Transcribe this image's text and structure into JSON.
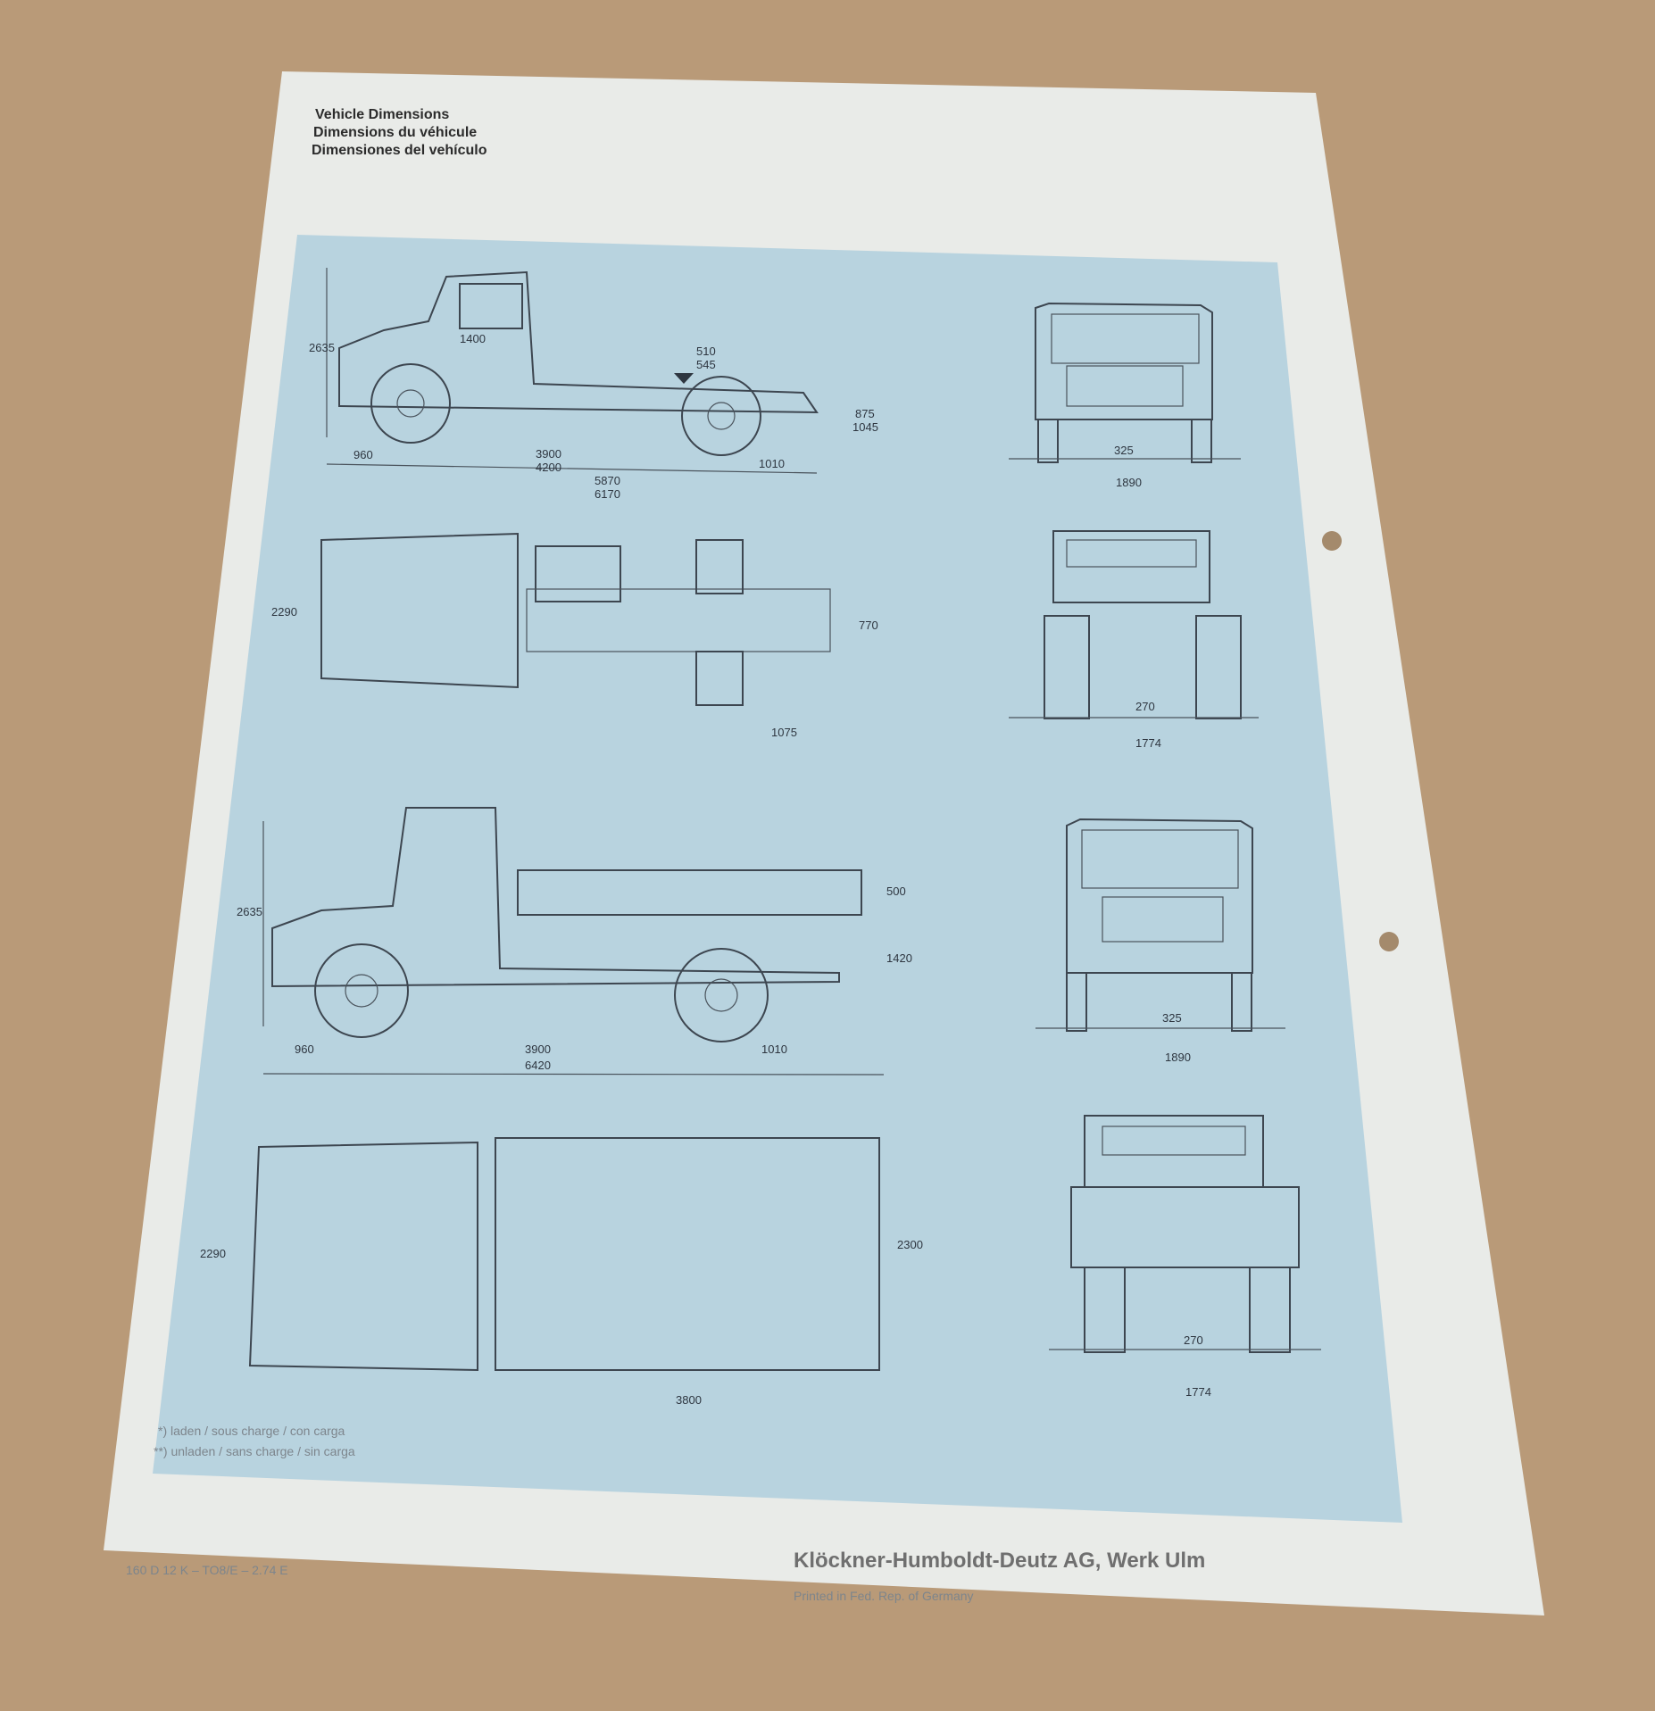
{
  "header": {
    "title_en": "Vehicle Dimensions",
    "title_fr": "Dimensions du véhicule",
    "title_es": "Dimensiones del vehículo"
  },
  "drawings": {
    "chassis_side": {
      "height": "2635",
      "cab": "1400",
      "fifth_a": "510",
      "fifth_b": "545",
      "frame_a": "875",
      "frame_b": "1045",
      "front_overhang": "960",
      "wheelbase_a": "3900",
      "wheelbase_b": "4200",
      "length_a": "5870",
      "length_b": "6170",
      "rear_overhang": "1010"
    },
    "chassis_front": {
      "ground_clearance": "325",
      "track": "1890"
    },
    "chassis_top": {
      "width": "2290",
      "frame_width": "770",
      "rear_dim": "1075"
    },
    "chassis_rear": {
      "clearance": "270",
      "track": "1774"
    },
    "tipper_side": {
      "height": "2635",
      "body_height": "500",
      "load_height": "1420",
      "front_overhang": "960",
      "wheelbase": "3900",
      "rear_overhang": "1010",
      "length": "6420"
    },
    "tipper_front": {
      "ground_clearance": "325",
      "track": "1890"
    },
    "tipper_top": {
      "cab_width": "2290",
      "body_width": "2300",
      "body_length": "3800"
    },
    "tipper_rear": {
      "clearance": "270",
      "track": "1774"
    }
  },
  "footnotes": {
    "laden": "*) laden / sous charge / con carga",
    "unladen": "**) unladen / sans charge / sin carga"
  },
  "footer": {
    "code": "160 D 12 K – TO8/E – 2.74 E",
    "company": "Klöckner-Humboldt-Deutz AG, Werk Ulm",
    "printed": "Printed in Fed. Rep. of Germany"
  },
  "colors": {
    "paper": "#e9ebe8",
    "panel": "#b8d3df",
    "background": "#b99a78"
  }
}
